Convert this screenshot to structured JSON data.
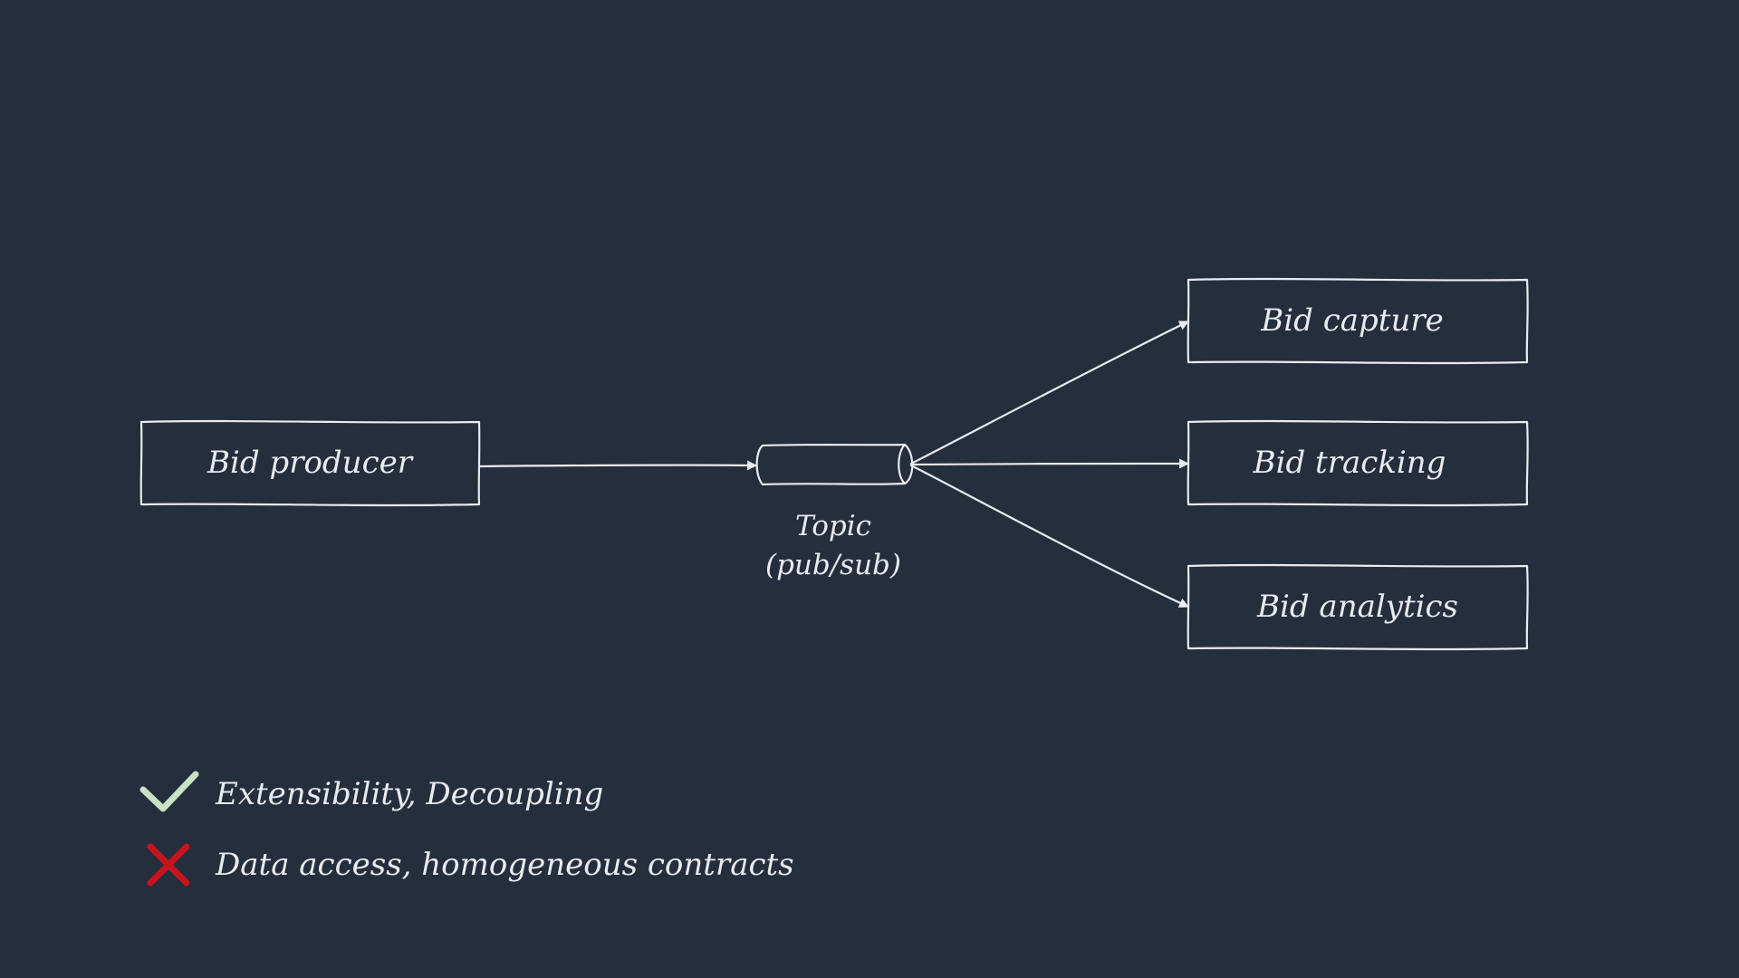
{
  "colors": {
    "background": "#252e3d",
    "stroke": "#e9ebee",
    "text": "#e9ebee",
    "check": "#c9e2c3",
    "cross": "#c8141c"
  },
  "diagram": {
    "producer": {
      "label": "Bid producer"
    },
    "topic": {
      "label_line1": "Topic",
      "label_line2": "(pub/sub)"
    },
    "consumers": [
      {
        "label": "Bid capture"
      },
      {
        "label": "Bid tracking"
      },
      {
        "label": "Bid analytics"
      }
    ]
  },
  "notes": {
    "pro": {
      "icon": "check-icon",
      "text": "Extensibility, Decoupling"
    },
    "con": {
      "icon": "cross-icon",
      "text": "Data access, homogeneous contracts"
    }
  }
}
